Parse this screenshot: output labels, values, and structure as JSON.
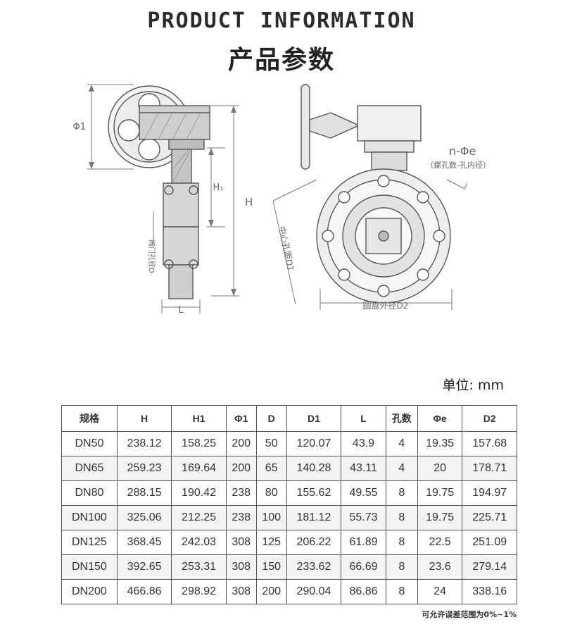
{
  "header": {
    "title_en": "PRODUCT INFORMATION",
    "title_cn": "产品参数"
  },
  "drawing": {
    "labels": {
      "phi1": "Φ1",
      "h1": "H₁",
      "h": "H",
      "valve_hole": "阀门孔径D",
      "l": "L",
      "n_phi_e": "n-Φe",
      "n_phi_e_note": "（螺孔数-孔内径）",
      "d1": "中心孔距D1",
      "d2": "圆盘外径D2"
    }
  },
  "unit_label": "单位: mm",
  "table": {
    "headers": [
      "规格",
      "H",
      "H1",
      "Φ1",
      "D",
      "D1",
      "L",
      "孔数",
      "Φe",
      "D2"
    ],
    "rows": [
      [
        "DN50",
        "238.12",
        "158.25",
        "200",
        "50",
        "120.07",
        "43.9",
        "4",
        "19.35",
        "157.68"
      ],
      [
        "DN65",
        "259.23",
        "169.64",
        "200",
        "65",
        "140.28",
        "43.11",
        "4",
        "20",
        "178.71"
      ],
      [
        "DN80",
        "288.15",
        "190.42",
        "238",
        "80",
        "155.62",
        "49.55",
        "8",
        "19.75",
        "194.97"
      ],
      [
        "DN100",
        "325.06",
        "212.25",
        "238",
        "100",
        "181.12",
        "55.73",
        "8",
        "19.75",
        "225.71"
      ],
      [
        "DN125",
        "368.45",
        "242.03",
        "308",
        "125",
        "206.22",
        "61.89",
        "8",
        "22.5",
        "251.09"
      ],
      [
        "DN150",
        "392.65",
        "253.31",
        "308",
        "150",
        "233.62",
        "66.69",
        "8",
        "23.6",
        "279.14"
      ],
      [
        "DN200",
        "466.86",
        "298.92",
        "308",
        "200",
        "290.04",
        "86.86",
        "8",
        "24",
        "338.16"
      ]
    ]
  },
  "tolerance_note": "可允许误差范围为0%~1%"
}
